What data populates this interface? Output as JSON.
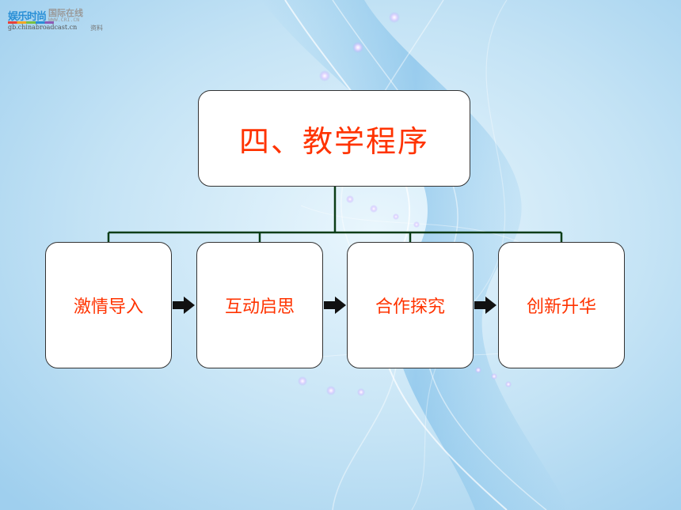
{
  "logo": {
    "brand_text": "娱乐时尚",
    "cri_cn": "国际在线",
    "cri_en": "WWW.CRI.CN",
    "domain": "gb.chinabroadcast.cn",
    "ziliao": "资料"
  },
  "diagram": {
    "title": "四、教学程序",
    "steps": [
      {
        "label": "激情导入"
      },
      {
        "label": "互动启思"
      },
      {
        "label": "合作探究"
      },
      {
        "label": "创新升华"
      }
    ]
  },
  "colors": {
    "text_accent": "#ff3300",
    "connector": "#0b3d17",
    "arrow": "#111111",
    "background": "#c9e6f6"
  }
}
